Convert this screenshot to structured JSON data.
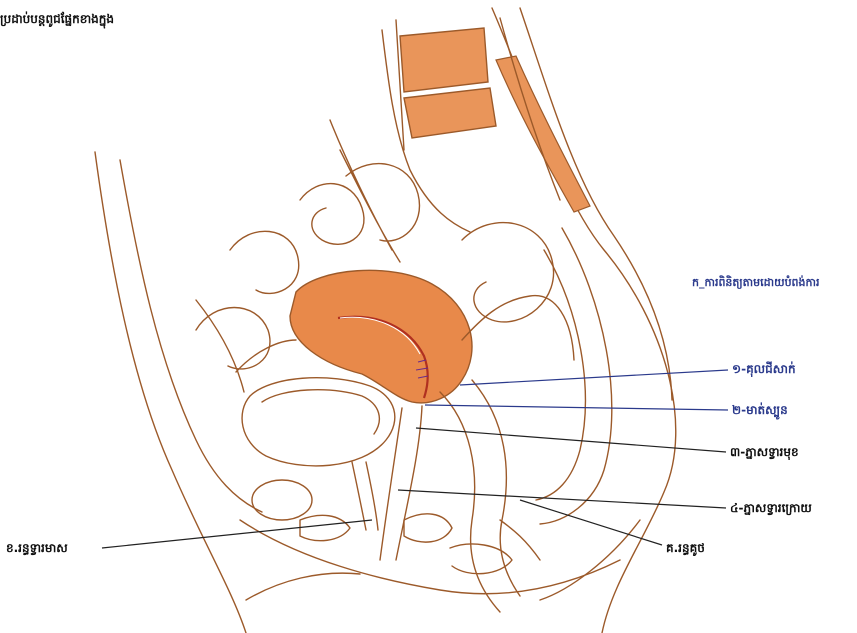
{
  "title": "ប្រដាប់បន្តពូជផ្នែកខាងក្នុង",
  "section_heading": "ក_ការពិនិត្យតាមដោយបំពង់ការ",
  "labels": {
    "cul_de_sac": "១-គុលជីសាក់",
    "cervix": "២-មាត់ស្បូន",
    "anterior_vaginal_wall": "៣-ភ្នាសទ្វារមុខ",
    "posterior_vaginal_wall": "៤-ភ្នាសទ្វារក្រោយ",
    "vaginal_opening": "ខ.រន្ធទ្វារមាស",
    "anus": "គ.រន្ធគូថ"
  },
  "colors": {
    "outline": "#9c5a2a",
    "uterus": "#e8894a",
    "spine": "#e9955a",
    "label_blue": "#2b3a8c",
    "label_black": "#111111",
    "leader_blue": "#2b3a8c",
    "leader_black": "#222222"
  }
}
